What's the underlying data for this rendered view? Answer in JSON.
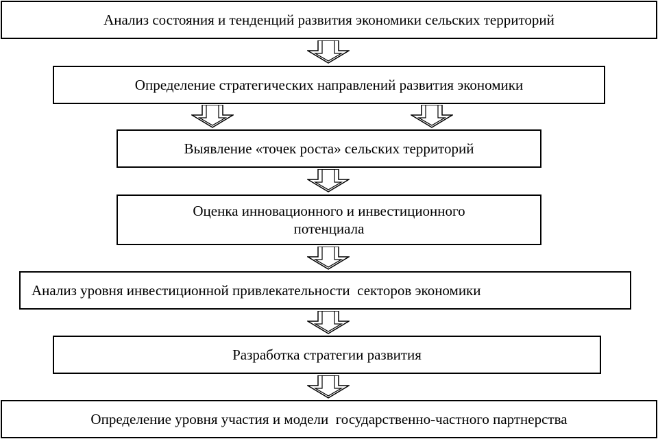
{
  "diagram": {
    "steps": [
      {
        "label": "Анализ состояния и тенденций развития  экономики сельских территорий"
      },
      {
        "label": "Определение стратегических направлений развития экономики"
      },
      {
        "label": "Выявление «точек роста» сельских территорий"
      },
      {
        "label": "Оценка инновационного и инвестиционного потенциала"
      },
      {
        "label": "Анализ уровня инвестиционной привлекательности  секторов экономики"
      },
      {
        "label": "Разработка стратегии развития"
      },
      {
        "label": "Определение уровня участия и модели  государственно-частного партнерства"
      }
    ],
    "arrow_icon": "double-down-arrow-icon",
    "colors": {
      "stroke": "#000000",
      "fill": "#ffffff"
    }
  }
}
